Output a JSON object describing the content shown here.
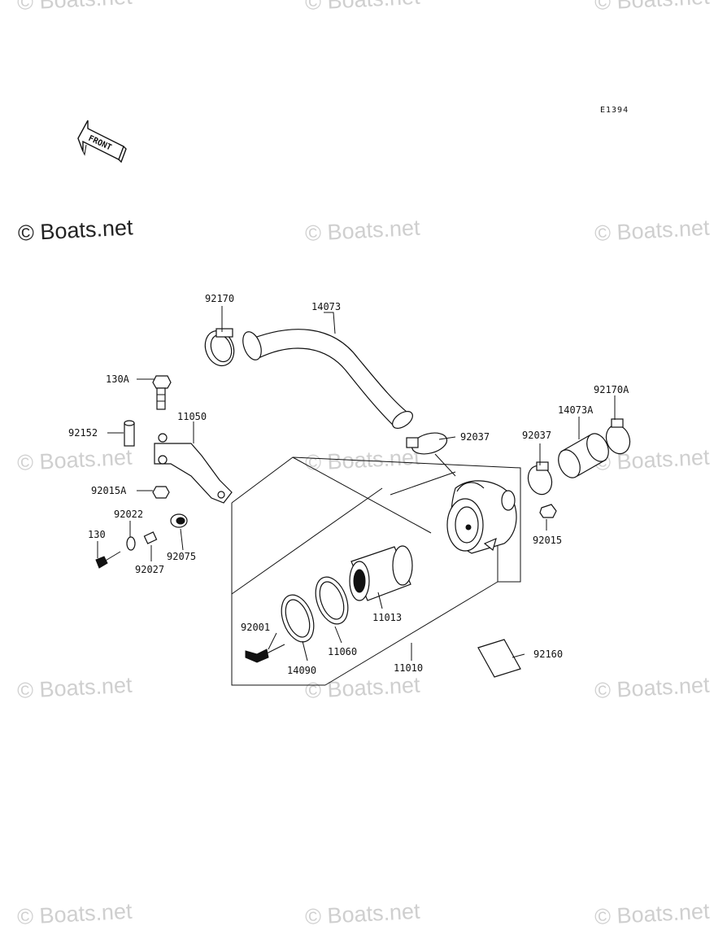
{
  "watermark": "© Boats.net",
  "diagram_code": "E1394",
  "front_label": "FRONT",
  "parts": {
    "p92170": "92170",
    "p14073": "14073",
    "p130A": "130A",
    "p11050": "11050",
    "p92152": "92152",
    "p92015A": "92015A",
    "p92022": "92022",
    "p130": "130",
    "p92027": "92027",
    "p92075": "92075",
    "p92037a": "92037",
    "p92037b": "92037",
    "p14073A": "14073A",
    "p92170A": "92170A",
    "p92015": "92015",
    "p11013": "11013",
    "p92001": "92001",
    "p11060": "11060",
    "p14090": "14090",
    "p11010": "11010",
    "p92160": "92160"
  }
}
